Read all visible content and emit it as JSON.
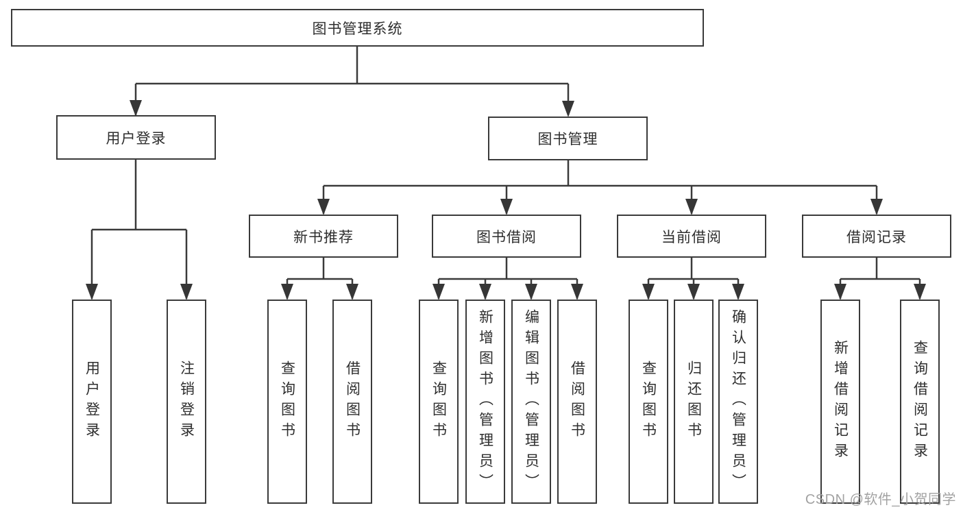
{
  "tree": {
    "label": "图书管理系统",
    "children": [
      {
        "label": "用户登录",
        "children": [
          {
            "label": "用户登录"
          },
          {
            "label": "注销登录"
          }
        ]
      },
      {
        "label": "图书管理",
        "children": [
          {
            "label": "新书推荐",
            "children": [
              {
                "label": "查询图书"
              },
              {
                "label": "借阅图书"
              }
            ]
          },
          {
            "label": "图书借阅",
            "children": [
              {
                "label": "查询图书"
              },
              {
                "label": "新增图书（管理员）"
              },
              {
                "label": "编辑图书（管理员）"
              },
              {
                "label": "借阅图书"
              }
            ]
          },
          {
            "label": "当前借阅",
            "children": [
              {
                "label": "查询图书"
              },
              {
                "label": "归还图书"
              },
              {
                "label": "确认归还（管理员）"
              }
            ]
          },
          {
            "label": "借阅记录",
            "children": [
              {
                "label": "新增借阅记录"
              },
              {
                "label": "查询借阅记录"
              }
            ]
          }
        ]
      }
    ]
  },
  "watermark": {
    "text": "CSDN @软件_小贺同学"
  },
  "colors": {
    "line": "#3a3a3a",
    "text": "#2e2e2e",
    "watermark": "#a2a2a2",
    "background": "#ffffff"
  }
}
